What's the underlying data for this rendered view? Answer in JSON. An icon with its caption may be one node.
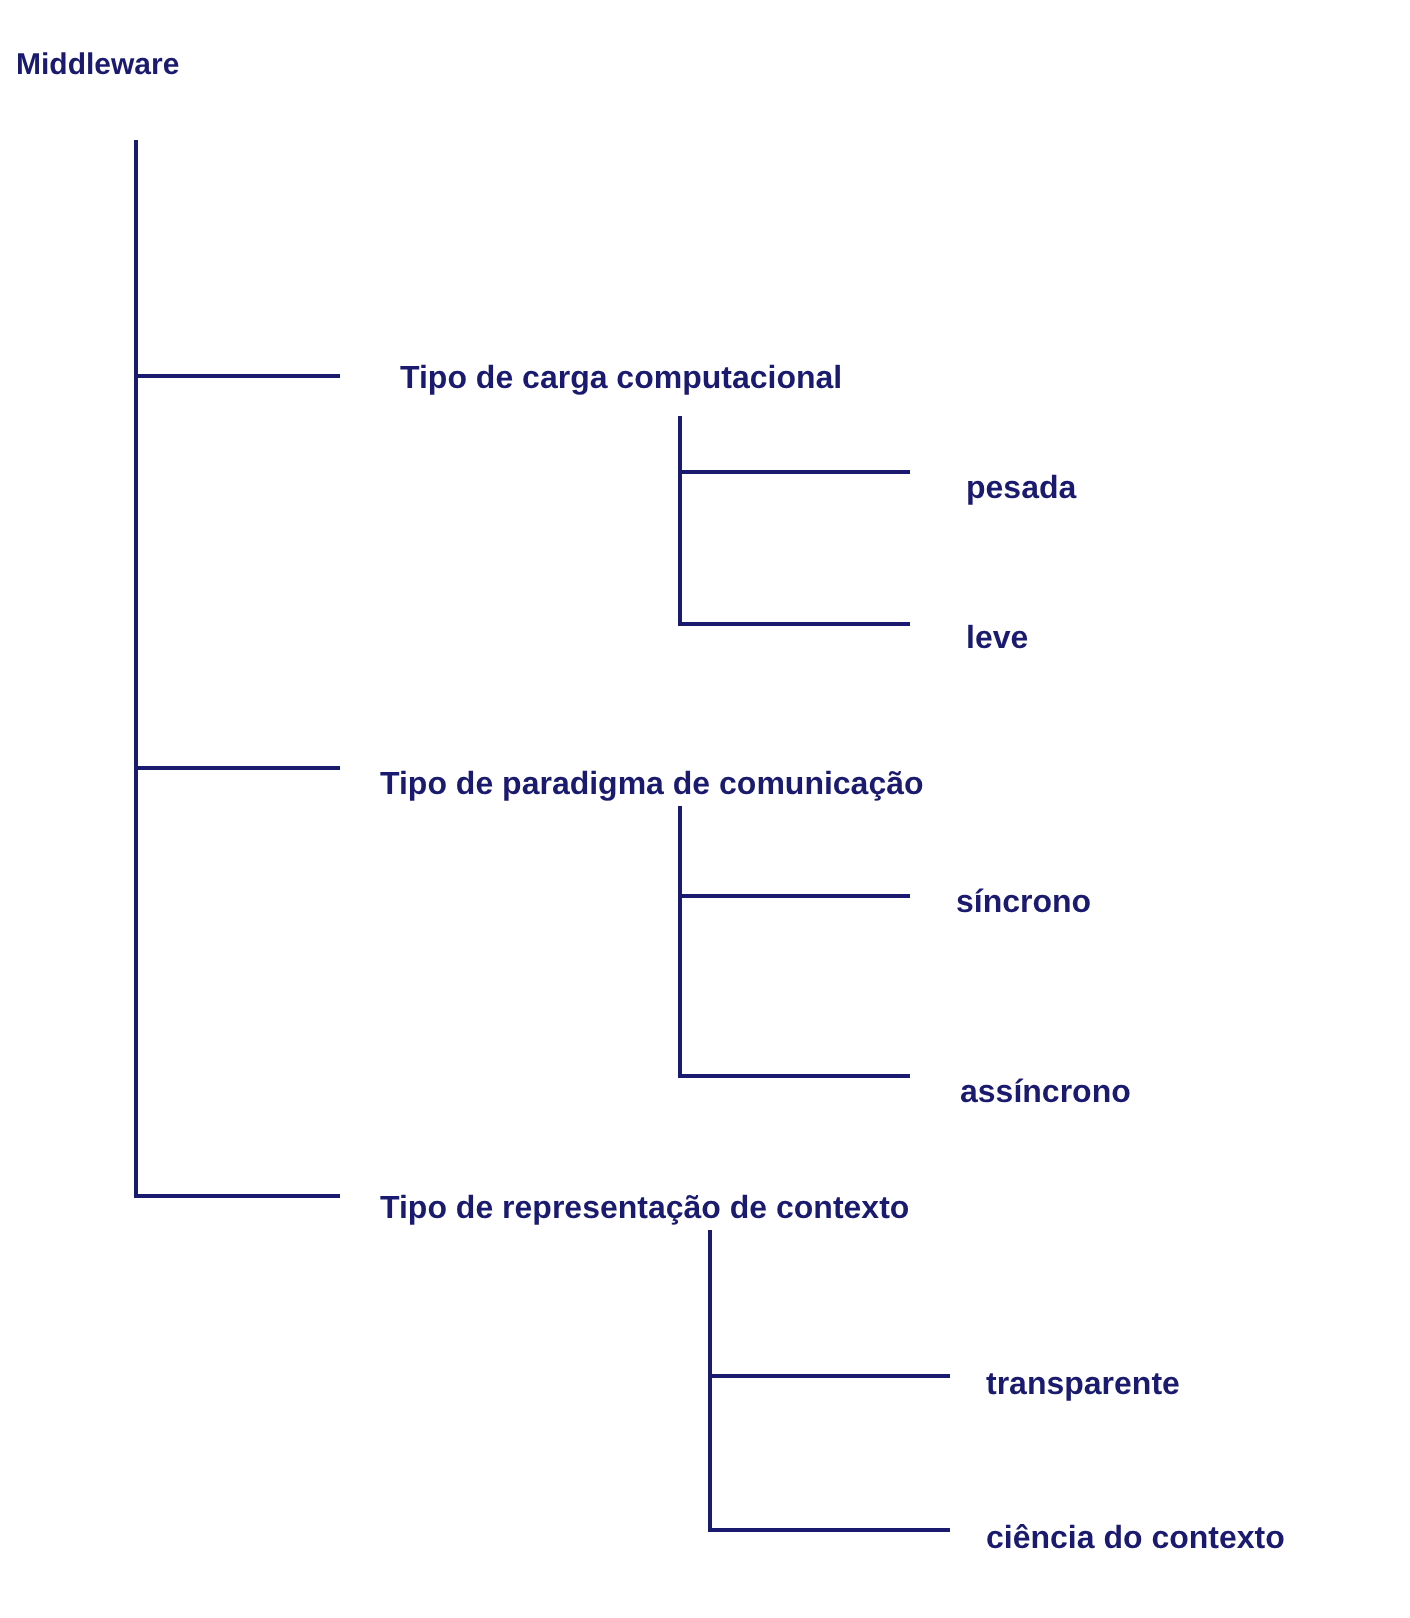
{
  "diagram": {
    "nodes": [
      {
        "text": [
          "Middleware"
        ]
      },
      {
        "text": [
          "Tipo de carga computacional"
        ]
      },
      {
        "text": [
          "pesada"
        ]
      },
      {
        "text": [
          "leve"
        ]
      },
      {
        "text": [
          "Tipo de paradigma de comunicação"
        ]
      },
      {
        "text": [
          "síncrono"
        ]
      },
      {
        "text": [
          "assíncrono"
        ]
      },
      {
        "text": [
          "Tipo de representação de contexto"
        ]
      },
      {
        "text": [
          "transparente"
        ]
      },
      {
        "text": [
          "ciência do contexto"
        ]
      }
    ],
    "edges": [
      {
        "from": 0,
        "to": 1,
        "arrow": "none"
      },
      {
        "from": 1,
        "to": 2,
        "arrow": "none"
      },
      {
        "from": 1,
        "to": 3,
        "arrow": "none"
      },
      {
        "from": 0,
        "to": 4,
        "arrow": "none"
      },
      {
        "from": 4,
        "to": 5,
        "arrow": "none"
      },
      {
        "from": 4,
        "to": 6,
        "arrow": "none"
      },
      {
        "from": 0,
        "to": 7,
        "arrow": "none"
      },
      {
        "from": 7,
        "to": 8,
        "arrow": "none"
      },
      {
        "from": 7,
        "to": 9,
        "arrow": "none"
      }
    ]
  }
}
